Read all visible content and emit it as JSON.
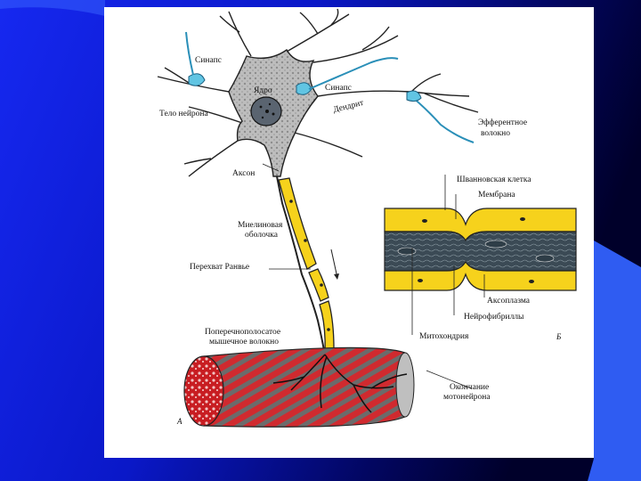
{
  "colors": {
    "slide_blue": "#0a1ee8",
    "slide_dark": "#00002e",
    "accent_blue": "#2f5cf2",
    "cell_body": "#c6c6c6",
    "myelin_yellow": "#f6d21c",
    "synapse_cyan": "#61c5e3",
    "muscle_red": "#d62a2f",
    "axoplasm_dark": "#3b4a55"
  },
  "labels": {
    "synapse_left": "Синапс",
    "synapse_right": "Синапс",
    "nucleus": "Ядро",
    "cell_body": "Тело нейрона",
    "dendrite": "Дендрит",
    "efferent_1": "Эфферентное",
    "efferent_2": "волокно",
    "axon": "Аксон",
    "myelin_1": "Миелиновая",
    "myelin_2": "оболочка",
    "node_ranvier": "Перехват Ранвье",
    "schwann": "Шванновская клетка",
    "membrane": "Мембрана",
    "axoplasm": "Аксоплазма",
    "neurofibrils": "Нейрофибриллы",
    "mitochondria": "Митохондрия",
    "letter_b": "Б",
    "muscle_1": "Поперечнополосатое",
    "muscle_2": "мышечное волокно",
    "ending_1": "Окончание",
    "ending_2": "мотонейрона",
    "letter_a": "А"
  }
}
